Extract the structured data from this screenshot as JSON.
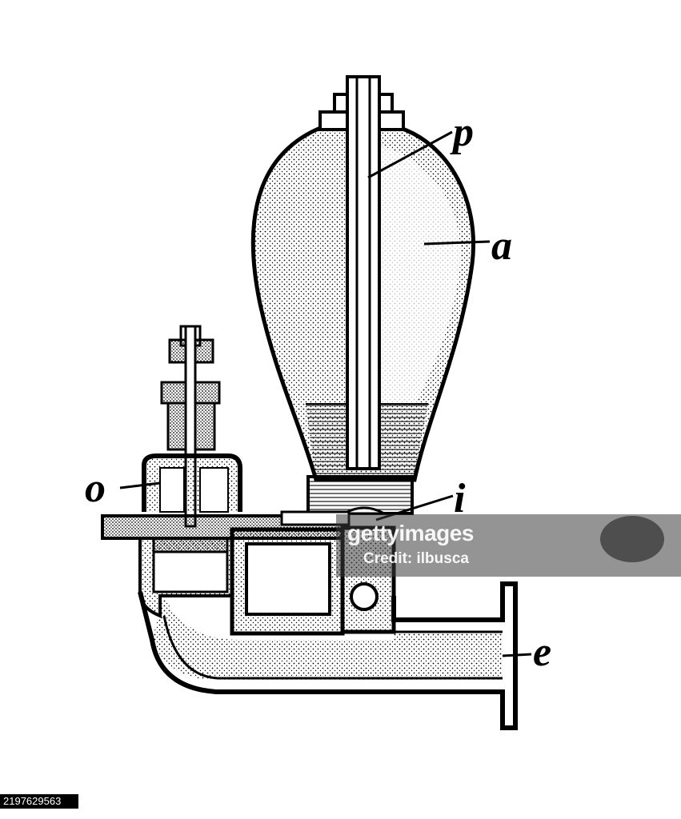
{
  "figure": {
    "labels": {
      "p": "p",
      "a": "a",
      "o": "o",
      "i": "i",
      "e": "e"
    }
  },
  "watermark": {
    "brand": "gettyimages",
    "credit": "Credit: ilbusca"
  },
  "image_id": "2197629563"
}
